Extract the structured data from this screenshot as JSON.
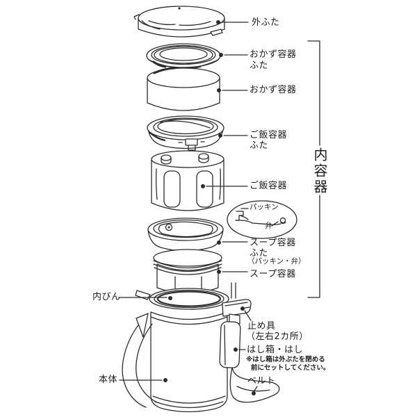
{
  "diagram": {
    "type": "exploded-parts-diagram",
    "subject": "thermal lunch jar",
    "background_color": "#ffffff",
    "line_color": "#2b2b2b",
    "labels": {
      "outer_lid": "外ふた",
      "side_dish_lid_1": "おかず容器",
      "side_dish_lid_2": "ふた",
      "side_dish_container": "おかず容器",
      "rice_lid_1": "ご飯容器",
      "rice_lid_2": "ふた",
      "rice_container": "ご飯容器",
      "inner_containers": "内容器",
      "packing": "パッキン",
      "valve": "弁",
      "soup_lid_1": "スープ容器",
      "soup_lid_2": "ふた",
      "soup_lid_3": "（パッキン・弁）",
      "soup_container": "スープ容器",
      "inner_bottle": "内びん",
      "stopper_1": "止め具",
      "stopper_2": "（左右2カ所）",
      "chopstick_box": "はし箱・はし",
      "chopstick_note_1": "※はし箱は外ぶたを閉める",
      "chopstick_note_2": "前にセットしてください。",
      "main_body": "本体",
      "belt": "ベルト"
    }
  }
}
